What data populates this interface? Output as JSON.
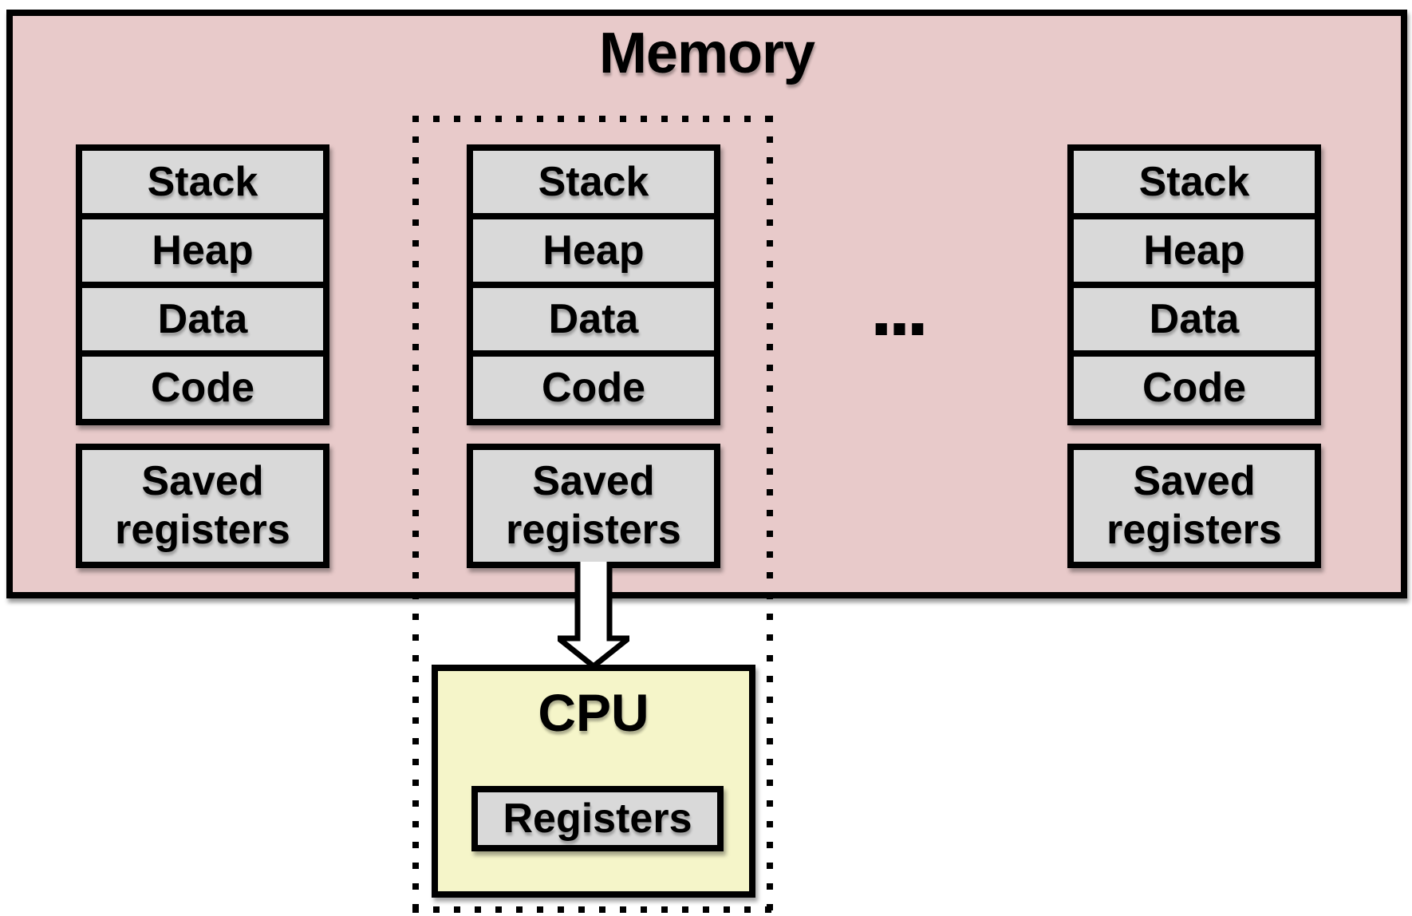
{
  "memory": {
    "title": "Memory",
    "processes": [
      {
        "segments": [
          "Stack",
          "Heap",
          "Data",
          "Code"
        ],
        "saved_registers": "Saved registers"
      },
      {
        "segments": [
          "Stack",
          "Heap",
          "Data",
          "Code"
        ],
        "saved_registers": "Saved registers"
      },
      {
        "segments": [
          "Stack",
          "Heap",
          "Data",
          "Code"
        ],
        "saved_registers": "Saved registers"
      }
    ],
    "ellipsis": "..."
  },
  "cpu": {
    "title": "CPU",
    "registers_label": "Registers"
  },
  "colors": {
    "memory_bg": "#e8caca",
    "segment_bg": "#d9d9d9",
    "cpu_bg": "#f5f5c9",
    "line": "#000000",
    "canvas_bg": "#ffffff"
  }
}
